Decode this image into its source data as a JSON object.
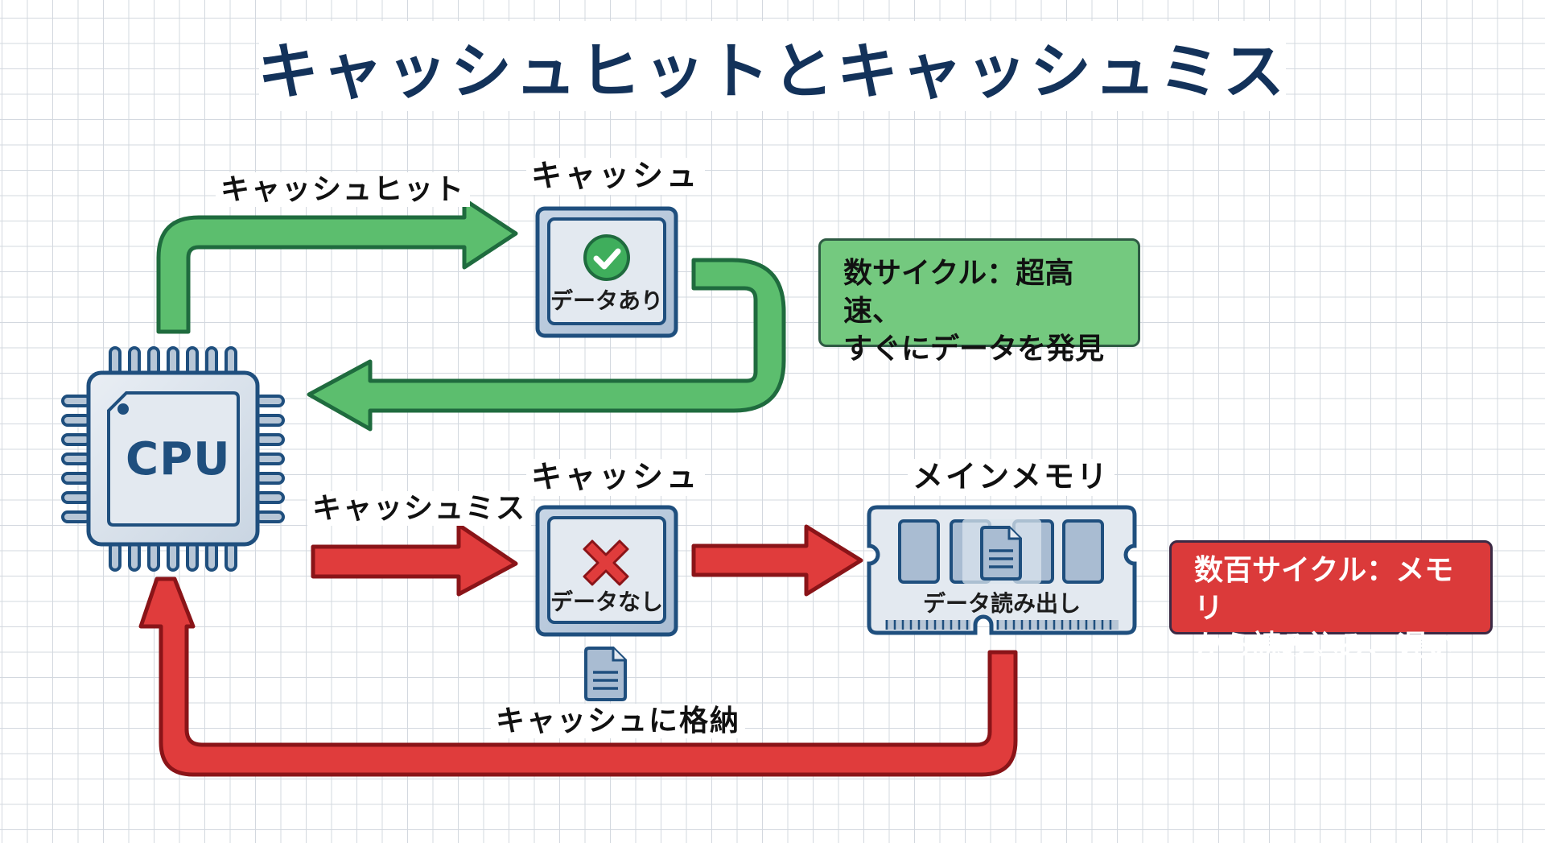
{
  "title": "キャッシュヒットとキャッシュミス",
  "colors": {
    "title": "#13325a",
    "hit_green": "#5cbe6e",
    "hit_green_border": "#1f6b3e",
    "miss_red": "#e03c3c",
    "miss_red_border": "#8a1418",
    "chip_blue": "#1f4f7e",
    "chip_fill": "#dbe4ee",
    "note_green": "#74c97f",
    "note_red": "#db3a3a"
  },
  "cpu": {
    "label": "CPU"
  },
  "hit_path": {
    "arrow_label": "キャッシュヒット",
    "cache_title": "キャッシュ",
    "cache_status": "データあり",
    "status_icon": "check-circle-icon",
    "note": [
      "数サイクル：超高速、",
      "すぐにデータを発見"
    ]
  },
  "miss_path": {
    "arrow_label": "キャッシュミス",
    "cache_title": "キャッシュ",
    "cache_status": "データなし",
    "status_icon": "x-mark-icon",
    "memory_title": "メインメモリ",
    "memory_status": "データ読み出し",
    "store_label": "キャッシュに格納",
    "note": [
      "数百サイクル：メモリ",
      "から読み込み、遅い"
    ]
  }
}
